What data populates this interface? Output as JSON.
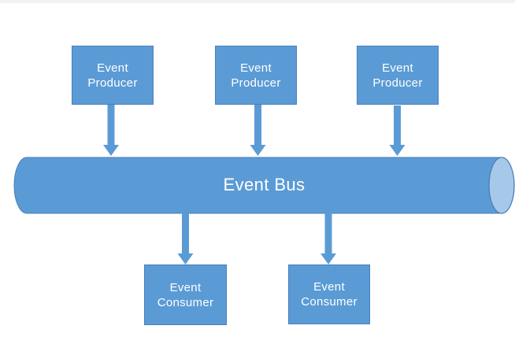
{
  "colors": {
    "shape_blue": "#5b9bd5",
    "shape_border": "#4a7ebb",
    "cap_fill": "#a6c9ea",
    "top_strip": "#f2f2f3",
    "label_text": "#ffffff"
  },
  "nodes": {
    "producers": [
      {
        "label": "Event Producer"
      },
      {
        "label": "Event Producer"
      },
      {
        "label": "Event Producer"
      }
    ],
    "bus": {
      "label": "Event Bus"
    },
    "consumers": [
      {
        "label": "Event Consumer"
      },
      {
        "label": "Event Consumer"
      }
    ]
  }
}
